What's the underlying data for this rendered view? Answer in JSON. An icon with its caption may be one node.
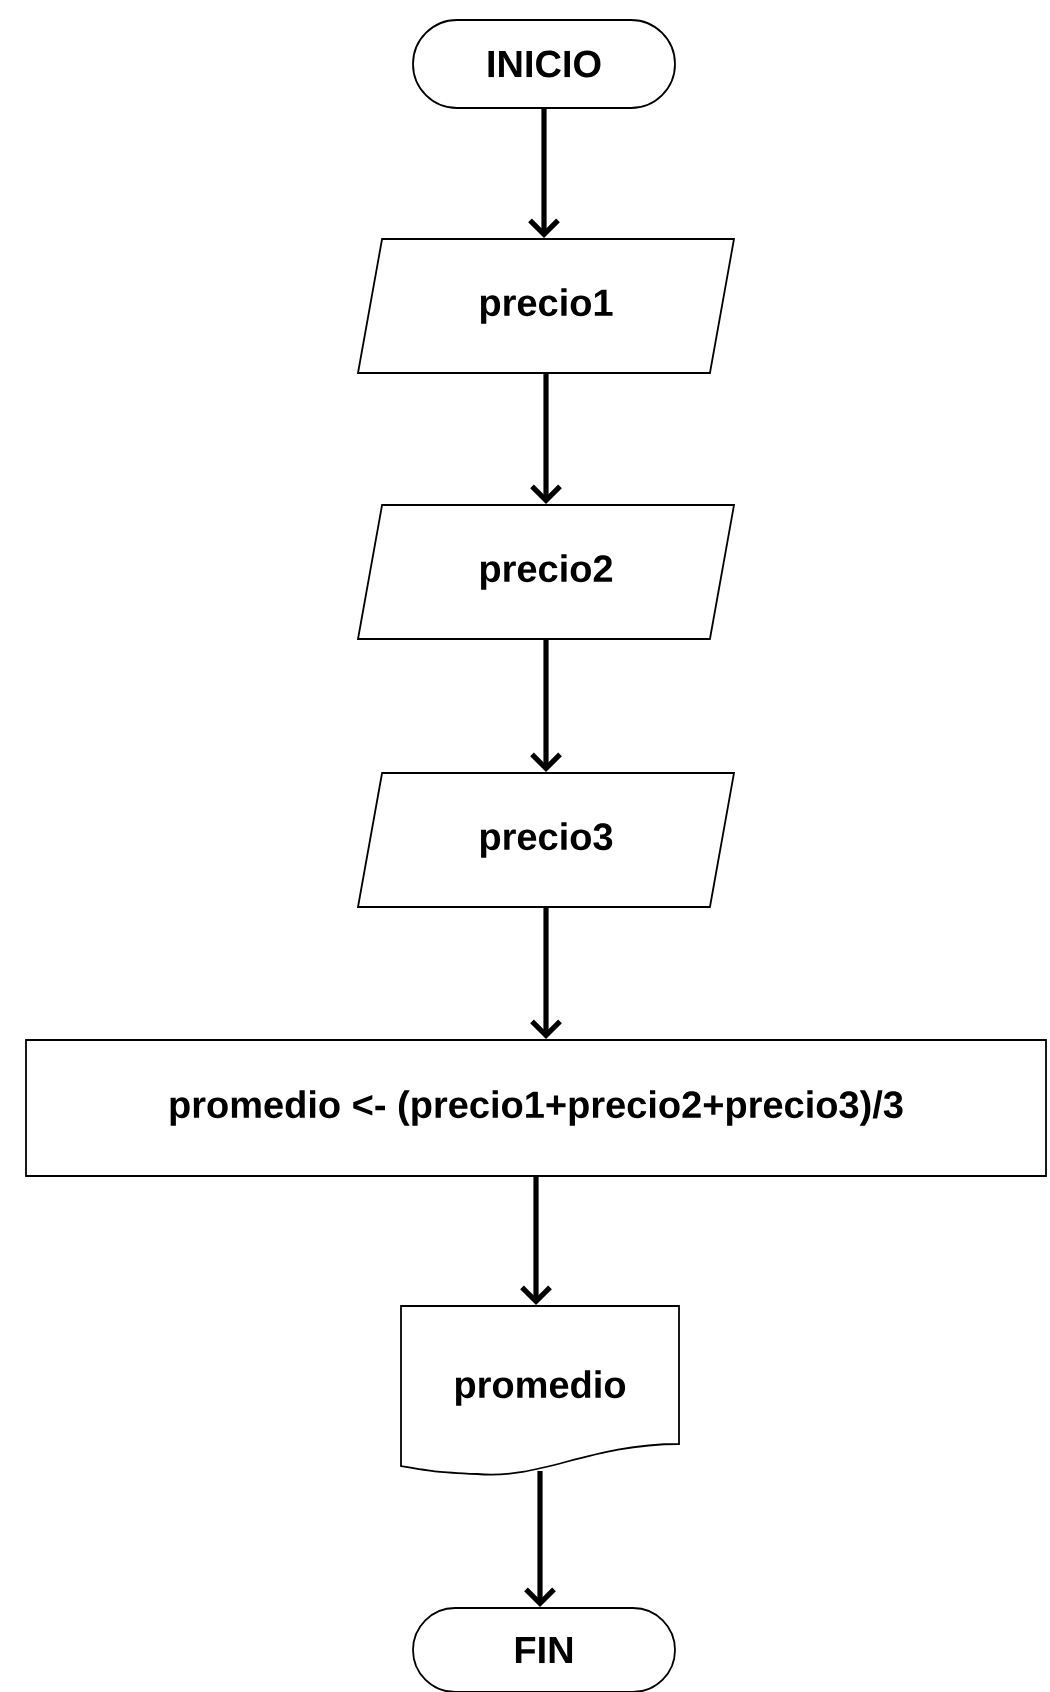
{
  "diagram": {
    "nodes": [
      {
        "text": [
          "INICIO"
        ]
      },
      {
        "text": [
          "precio1"
        ]
      },
      {
        "text": [
          "precio2"
        ]
      },
      {
        "text": [
          "precio3"
        ]
      },
      {
        "text": [
          "promedio <- (precio1+precio2+precio3)/3"
        ]
      },
      {
        "text": [
          "promedio"
        ]
      },
      {
        "text": [
          "FIN"
        ]
      }
    ],
    "edges": [
      {
        "from": 0,
        "to": 1,
        "arrow": "to"
      },
      {
        "from": 1,
        "to": 2,
        "arrow": "to"
      },
      {
        "from": 2,
        "to": 3,
        "arrow": "to"
      },
      {
        "from": 3,
        "to": 4,
        "arrow": "to"
      },
      {
        "from": 4,
        "to": 5,
        "arrow": "to"
      },
      {
        "from": 5,
        "to": 6,
        "arrow": "to"
      }
    ]
  }
}
